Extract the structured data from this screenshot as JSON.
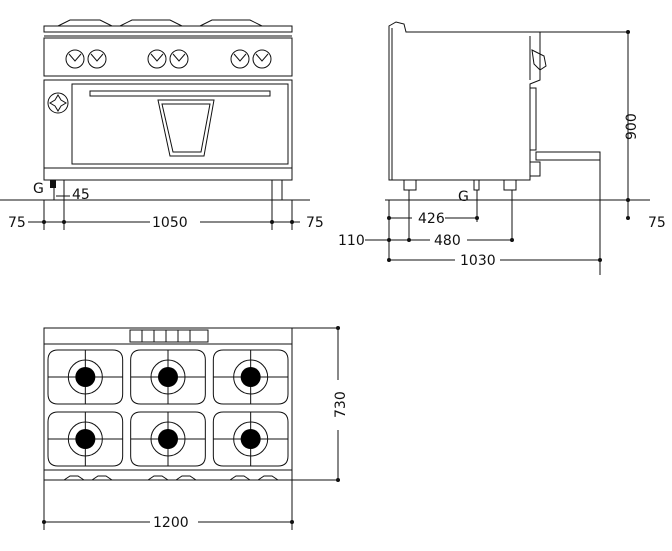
{
  "front_view": {
    "dims": {
      "width": "1050",
      "left_margin": "75",
      "right_margin": "75",
      "gas_offset": "45",
      "gas_label": "G"
    }
  },
  "side_view": {
    "dims": {
      "height": "900",
      "floor_offset": "75",
      "gas_depth": "426",
      "foot_offset": "110",
      "foot_depth": "480",
      "total_depth": "1030",
      "gas_label": "G"
    }
  },
  "top_view": {
    "dims": {
      "width": "1200",
      "depth": "730"
    },
    "burner_count": 6
  }
}
